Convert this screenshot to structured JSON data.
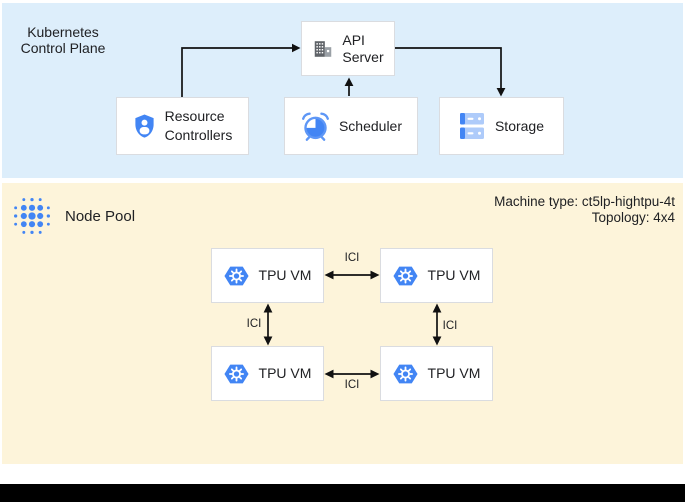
{
  "control_plane": {
    "label_line1": "Kubernetes",
    "label_line2": "Control Plane",
    "api_server": {
      "label_line1": "API",
      "label_line2": "Server",
      "icon": "building-icon"
    },
    "resource_controllers": {
      "label_line1": "Resource",
      "label_line2": "Controllers",
      "icon": "shield-user-icon"
    },
    "scheduler": {
      "label": "Scheduler",
      "icon": "alarm-clock-icon"
    },
    "storage": {
      "label": "Storage",
      "icon": "storage-disks-icon"
    }
  },
  "node_pool": {
    "label": "Node Pool",
    "icon": "dot-cluster-icon",
    "machine_type": "Machine type: ct5lp-hightpu-4t",
    "topology": "Topology: 4x4",
    "node_icon": "gke-hexagon-gear-icon",
    "nodes": [
      {
        "label": "TPU VM"
      },
      {
        "label": "TPU VM"
      },
      {
        "label": "TPU VM"
      },
      {
        "label": "TPU VM"
      }
    ],
    "links": [
      {
        "label": "ICI"
      },
      {
        "label": "ICI"
      },
      {
        "label": "ICI"
      },
      {
        "label": "ICI"
      }
    ]
  },
  "colors": {
    "control-plane-bg": "#ddeefb",
    "node-pool-bg": "#fdf4da",
    "box-border": "#dadce0",
    "text": "#202124",
    "arrow": "#111111",
    "accent-blue": "#4285f4",
    "mid-blue": "#5e97f6",
    "pale-blue": "#aecbfa",
    "icon-gray": "#5f6368",
    "icon-gray-light": "#9aa0a6"
  }
}
